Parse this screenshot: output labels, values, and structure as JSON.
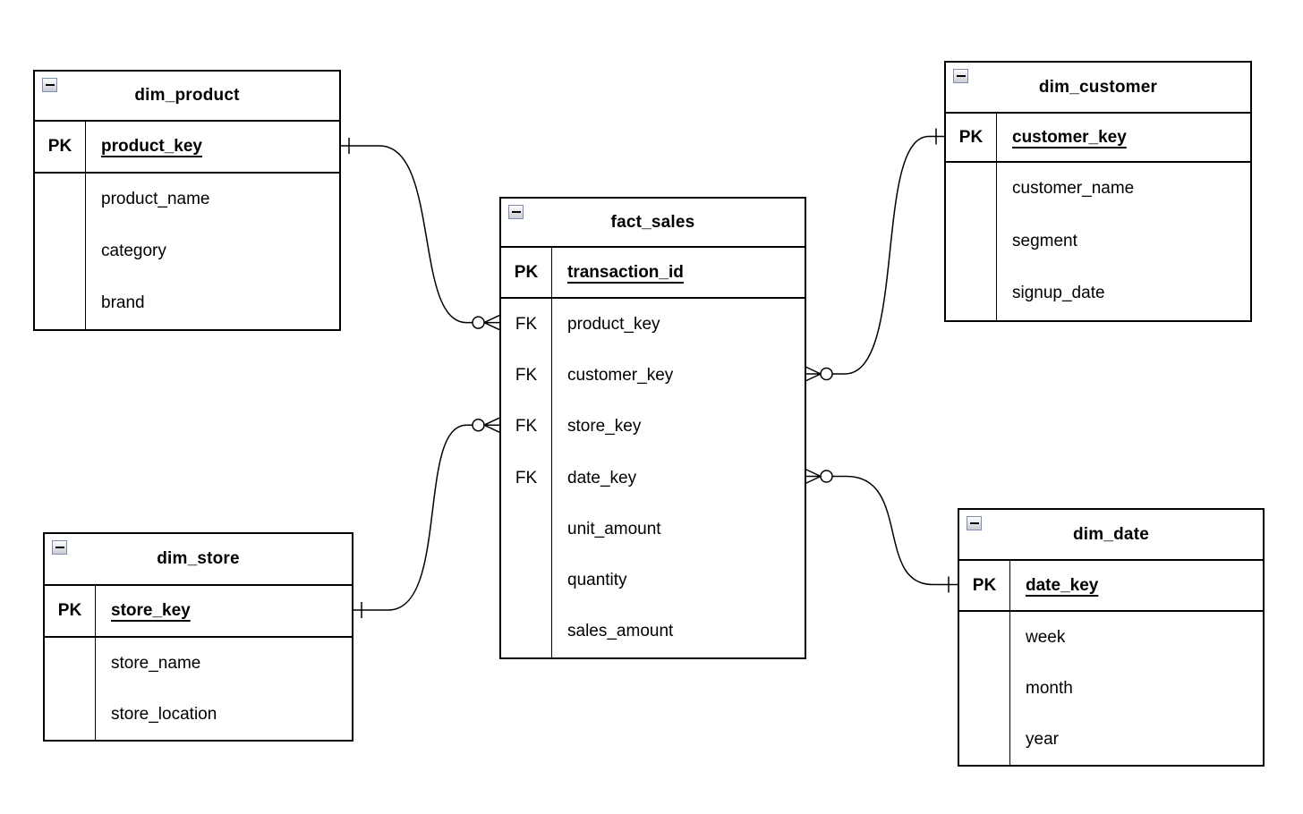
{
  "diagram_type": "entity-relationship-star-schema",
  "colors": {
    "line": "#000000",
    "background": "#ffffff",
    "collapse_icon_border": "#7d8db0"
  },
  "icons": {
    "collapse": "minus-in-square"
  },
  "tables": {
    "dim_product": {
      "title": "dim_product",
      "pk": {
        "badge": "PK",
        "name": "product_key"
      },
      "attributes": [
        "product_name",
        "category",
        "brand"
      ]
    },
    "fact_sales": {
      "title": "fact_sales",
      "pk": {
        "badge": "PK",
        "name": "transaction_id"
      },
      "attributes": [
        {
          "badge": "FK",
          "name": "product_key"
        },
        {
          "badge": "FK",
          "name": "customer_key"
        },
        {
          "badge": "FK",
          "name": "store_key"
        },
        {
          "badge": "FK",
          "name": "date_key"
        },
        {
          "badge": "",
          "name": "unit_amount"
        },
        {
          "badge": "",
          "name": "quantity"
        },
        {
          "badge": "",
          "name": "sales_amount"
        }
      ]
    },
    "dim_customer": {
      "title": "dim_customer",
      "pk": {
        "badge": "PK",
        "name": "customer_key"
      },
      "attributes": [
        "customer_name",
        "segment",
        "signup_date"
      ]
    },
    "dim_store": {
      "title": "dim_store",
      "pk": {
        "badge": "PK",
        "name": "store_key"
      },
      "attributes": [
        "store_name",
        "store_location"
      ]
    },
    "dim_date": {
      "title": "dim_date",
      "pk": {
        "badge": "PK",
        "name": "date_key"
      },
      "attributes": [
        "week",
        "month",
        "year"
      ]
    }
  },
  "relationships": [
    {
      "from_table": "dim_product",
      "from_field": "product_key",
      "from_cardinality": "one",
      "to_table": "fact_sales",
      "to_field": "product_key",
      "to_cardinality": "zero-or-many"
    },
    {
      "from_table": "dim_customer",
      "from_field": "customer_key",
      "from_cardinality": "one",
      "to_table": "fact_sales",
      "to_field": "customer_key",
      "to_cardinality": "zero-or-many"
    },
    {
      "from_table": "dim_store",
      "from_field": "store_key",
      "from_cardinality": "one",
      "to_table": "fact_sales",
      "to_field": "store_key",
      "to_cardinality": "zero-or-many"
    },
    {
      "from_table": "dim_date",
      "from_field": "date_key",
      "from_cardinality": "one",
      "to_table": "fact_sales",
      "to_field": "date_key",
      "to_cardinality": "zero-or-many"
    }
  ]
}
